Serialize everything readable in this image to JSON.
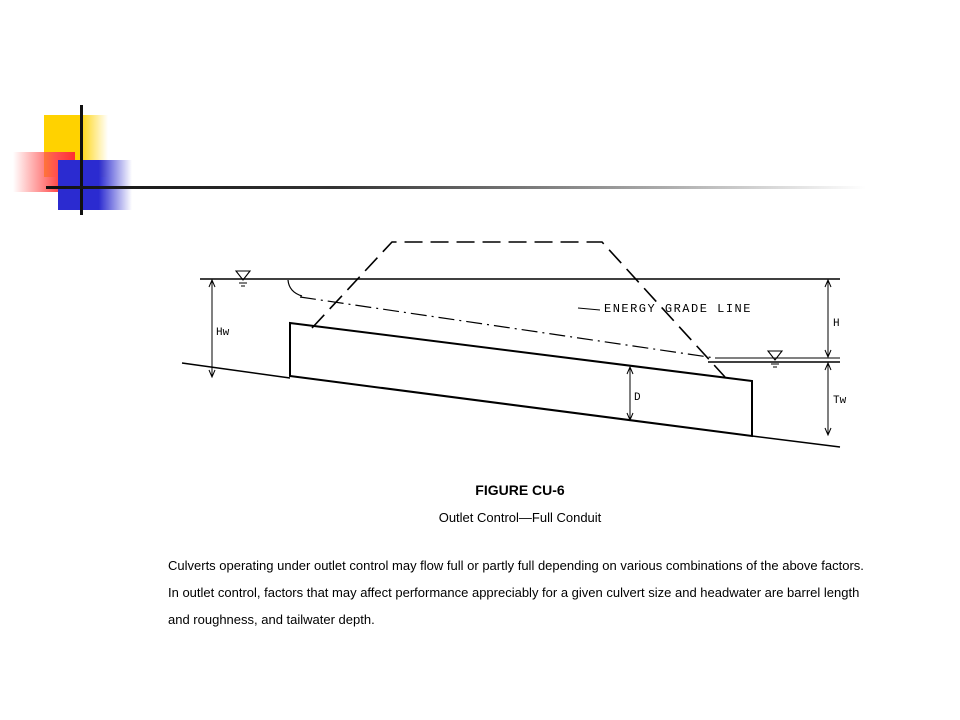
{
  "figure": {
    "title": "FIGURE CU-6",
    "subtitle": "Outlet Control—Full Conduit"
  },
  "diagram": {
    "labels": {
      "hw": "Hw",
      "h": "H",
      "d": "D",
      "tw": "Tw",
      "energy_grade_line": "ENERGY GRADE LINE"
    }
  },
  "body": {
    "paragraph": "Culverts operating under outlet control may flow full or partly full depending on various combinations of the above factors.  In outlet control, factors that may affect performance appreciably for a given culvert size and headwater are barrel length and roughness, and tailwater depth."
  },
  "colors": {
    "yellow": "#ffd200",
    "red": "#ff5050",
    "blue": "#2b2bd0"
  }
}
